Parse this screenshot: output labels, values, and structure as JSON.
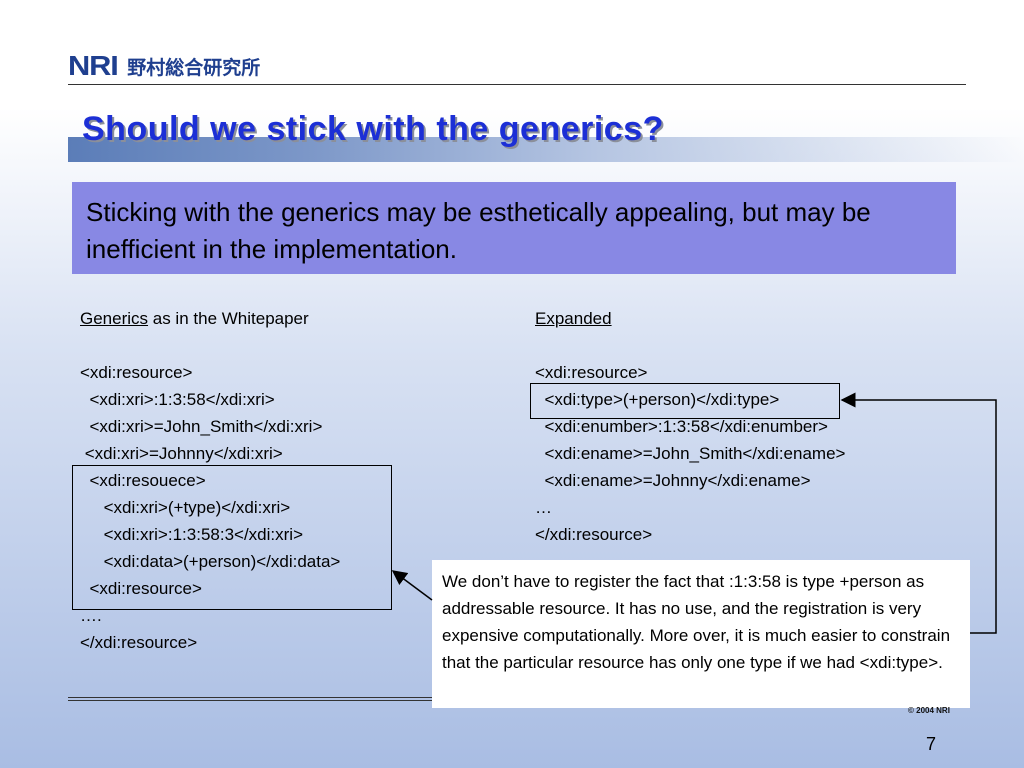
{
  "logo": {
    "mark": "NRI",
    "name_jp": "野村総合研究所"
  },
  "slide": {
    "title": "Should we stick with the generics?",
    "summary": "Sticking with the generics may be esthetically appealing, but may be inefficient in the implementation.",
    "page_number": "7",
    "copyright": "© 2004 NRI"
  },
  "left": {
    "heading_link": "Generics",
    "heading_rest": " as in the Whitepaper",
    "lines": [
      "<xdi:resource>",
      "  <xdi:xri>:1:3:58</xdi:xri>",
      "  <xdi:xri>=John_Smith</xdi:xri>",
      " <xdi:xri>=Johnny</xdi:xri>",
      "  <xdi:resouece>",
      "     <xdi:xri>(+type)</xdi:xri>",
      "     <xdi:xri>:1:3:58:3</xdi:xri>",
      "     <xdi:data>(+person)</xdi:data>",
      "  <xdi:resource>",
      "….",
      "</xdi:resource>"
    ]
  },
  "right": {
    "heading": "Expanded",
    "lines": [
      "<xdi:resource>",
      "  <xdi:type>(+person)</xdi:type>",
      "  <xdi:enumber>:1:3:58</xdi:enumber>",
      "  <xdi:ename>=John_Smith</xdi:ename>",
      "  <xdi:ename>=Johnny</xdi:ename>",
      "…",
      "</xdi:resource>"
    ]
  },
  "callout": {
    "text": "We don’t have to register the fact that :1:3:58 is type +person as addressable resource. It has no use, and the registration is very expensive computationally. More over, it is much easier to constrain that the particular resource has only one type if we had <xdi:type>."
  }
}
